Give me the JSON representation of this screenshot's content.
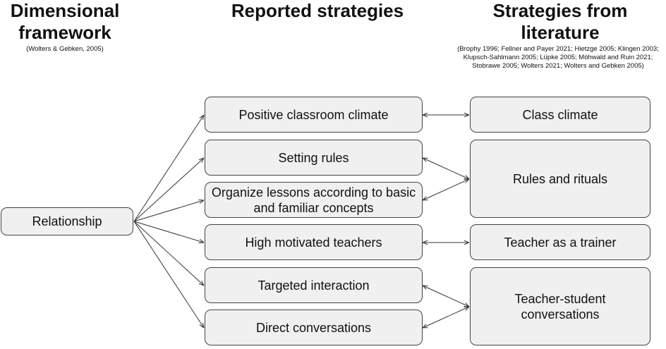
{
  "headers": {
    "framework_title": "Dimensional framework",
    "framework_source": "(Wolters & Gebken, 2005)",
    "reported_title": "Reported strategies",
    "literature_title": "Strategies from literature",
    "literature_sources": "(Brophy 1996; Fellner and Payer 2021; Hietzge 2005; Klingen 2003; Klupsch-Sahlmann 2005;  Lüpke 2005; Möhwald and Ruin 2021; Stobrawe 2005; Wolters 2021; Wolters and Gebken 2005)"
  },
  "dimension": "Relationship",
  "reported": [
    "Positive classroom climate",
    "Setting rules",
    "Organize lessons according to basic and familiar concepts",
    "High motivated teachers",
    "Targeted interaction",
    "Direct conversations"
  ],
  "literature": [
    "Class climate",
    "Rules and rituals",
    "Teacher as a trainer",
    "Teacher-student conversations"
  ]
}
